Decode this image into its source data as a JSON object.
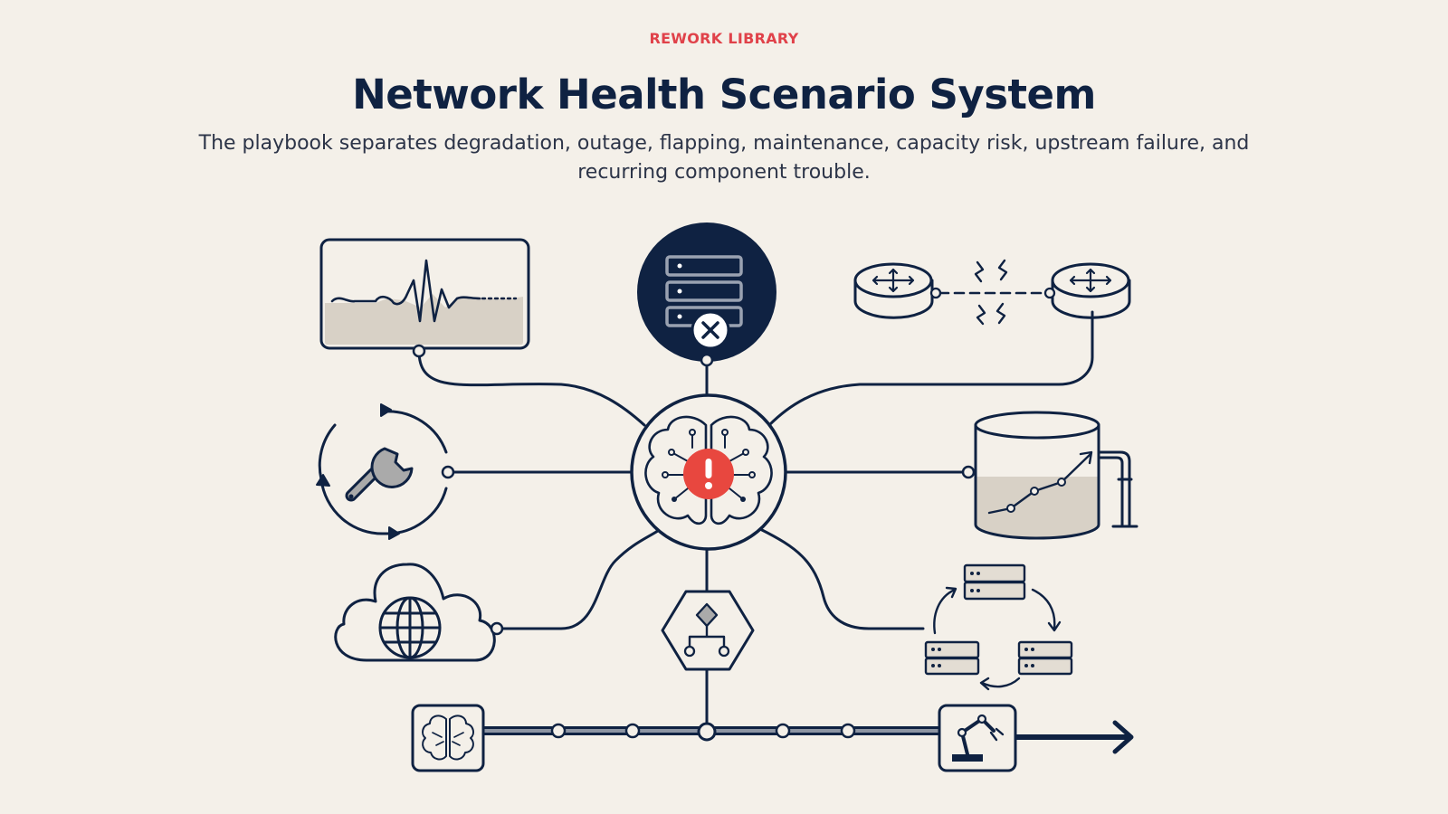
{
  "header": {
    "eyebrow": "REWORK LIBRARY",
    "title": "Network Health Scenario System",
    "subtitle": "The playbook separates degradation, outage, flapping, maintenance, capacity risk, upstream failure, and recurring component trouble."
  },
  "colors": {
    "background": "#f4f0e9",
    "navy": "#0f2242",
    "accent_red": "#e8473f",
    "eyebrow_red": "#e0424a",
    "fill_gray": "#d8d1c6"
  },
  "nodes": [
    {
      "id": "degradation",
      "icon": "waveform-monitor-icon"
    },
    {
      "id": "outage",
      "icon": "server-down-icon"
    },
    {
      "id": "flapping",
      "icon": "flapping-link-icon"
    },
    {
      "id": "maintenance",
      "icon": "wrench-cycle-icon"
    },
    {
      "id": "capacity-risk",
      "icon": "tank-rising-icon"
    },
    {
      "id": "upstream-failure",
      "icon": "cloud-globe-icon"
    },
    {
      "id": "decision-flow",
      "icon": "hexagon-decision-icon"
    },
    {
      "id": "recurring-component",
      "icon": "server-cycle-icon"
    },
    {
      "id": "hub",
      "icon": "brain-alert-icon"
    },
    {
      "id": "timeline-start",
      "icon": "brain-chip-icon"
    },
    {
      "id": "timeline-end",
      "icon": "robot-arm-icon"
    }
  ]
}
